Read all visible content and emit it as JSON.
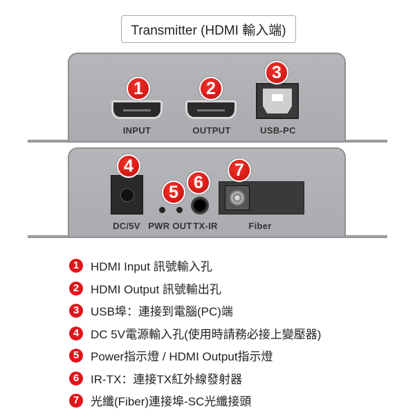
{
  "title": "Transmitter (HDMI 輸入端)",
  "top_panel": {
    "labels": [
      "INPUT",
      "OUTPUT",
      "USB-PC"
    ],
    "badges": [
      "1",
      "2",
      "3"
    ]
  },
  "bottom_panel": {
    "labels": [
      "DC/5V",
      "PWR OUT",
      "TX-IR",
      "Fiber"
    ],
    "badges": [
      "4",
      "5",
      "6",
      "7"
    ]
  },
  "legend": [
    {
      "num": "1",
      "text": "HDMI Input 訊號輸入孔"
    },
    {
      "num": "2",
      "text": "HDMI Output 訊號輸出孔"
    },
    {
      "num": "3",
      "text": "USB埠：連接到電腦(PC)端"
    },
    {
      "num": "4",
      "text": "DC 5V電源輸入孔(使用時請務必接上變壓器)"
    },
    {
      "num": "5",
      "text": "Power指示燈 / HDMI Output指示燈"
    },
    {
      "num": "6",
      "text": "IR-TX：連接TX紅外線發射器"
    },
    {
      "num": "7",
      "text": "光纖(Fiber)連接埠-SC光纖接頭"
    }
  ],
  "colors": {
    "badge": "#e0141a",
    "panel": "#b0b2b5"
  }
}
